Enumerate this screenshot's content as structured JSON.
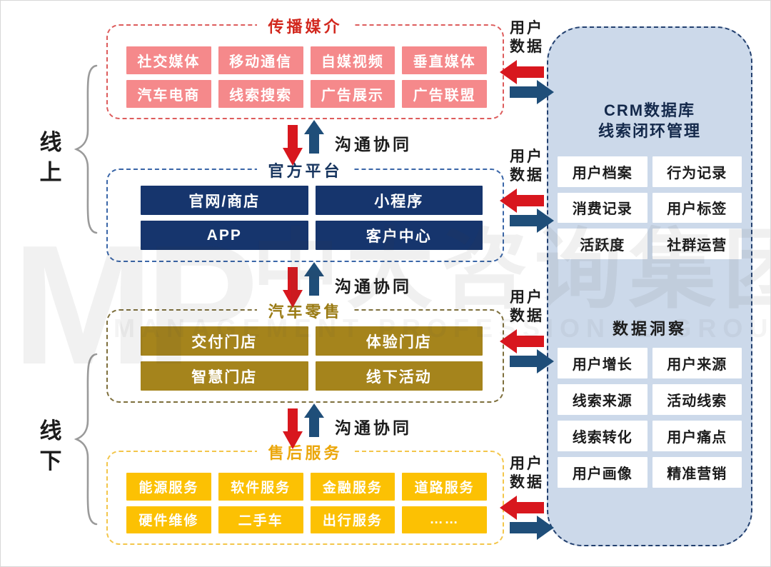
{
  "watermark": {
    "logo": "MP",
    "cn": "中大咨询集团",
    "en": "MANAGEMENT PROFESSIONAL GROUP"
  },
  "side_labels": {
    "online": "线上",
    "offline": "线下"
  },
  "labels": {
    "flow": "沟通协同",
    "user_data": "用户数据"
  },
  "sections": [
    {
      "id": "media",
      "title": "传播媒介",
      "items": [
        "社交媒体",
        "移动通信",
        "自媒视频",
        "垂直媒体",
        "汽车电商",
        "线索搜索",
        "广告展示",
        "广告联盟"
      ]
    },
    {
      "id": "official",
      "title": "官方平台",
      "items": [
        "官网/商店",
        "小程序",
        "APP",
        "客户中心"
      ]
    },
    {
      "id": "retail",
      "title": "汽车零售",
      "items": [
        "交付门店",
        "体验门店",
        "智慧门店",
        "线下活动"
      ]
    },
    {
      "id": "aftersales",
      "title": "售后服务",
      "items": [
        "能源服务",
        "软件服务",
        "金融服务",
        "道路服务",
        "硬件维修",
        "二手车",
        "出行服务",
        "……"
      ]
    }
  ],
  "crm_panel": {
    "db_title_line1": "CRM数据库",
    "db_title_line2": "线索闭环管理",
    "db_items": [
      "用户档案",
      "行为记录",
      "消费记录",
      "用户标签",
      "活跃度",
      "社群运营"
    ],
    "insight_title": "数据洞察",
    "insight_items": [
      "用户增长",
      "用户来源",
      "线索来源",
      "活动线索",
      "线索转化",
      "用户痛点",
      "用户画像",
      "精准营销"
    ]
  },
  "colors": {
    "section_media": {
      "border": "#DD5C5C",
      "title": "#D2281E",
      "box": "#F5898B"
    },
    "section_official": {
      "border": "#3A66A8",
      "title": "#17355F",
      "box": "#16356D"
    },
    "section_retail": {
      "border": "#7E6F3C",
      "title": "#9A7B14",
      "box": "#A5841C"
    },
    "section_aftersales": {
      "border": "#F3C64B",
      "title": "#EBA70B",
      "box": "#FCC103"
    },
    "crm_panel_bg": "#CCD9EA",
    "crm_panel_border": "#23406F",
    "arrow_red": "#D8171E",
    "arrow_blue": "#1F4E79"
  }
}
